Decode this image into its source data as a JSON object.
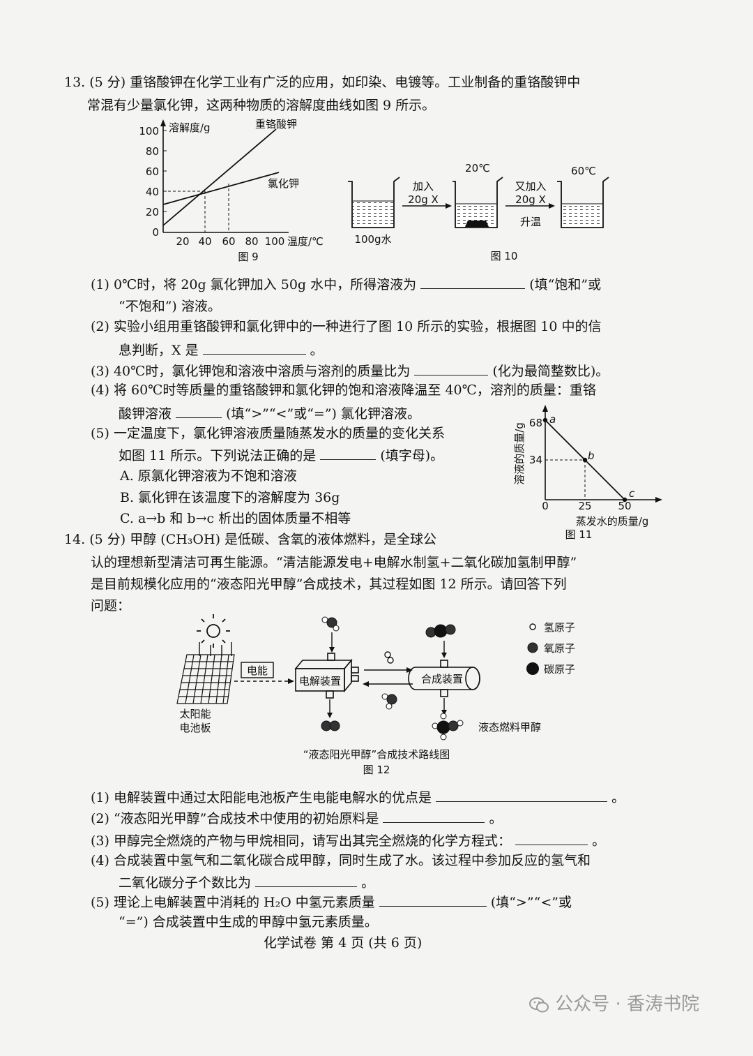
{
  "q13": {
    "line1": "13. (5 分) 重铬酸钾在化学工业有广泛的应用，如印染、电镀等。工业制备的重铬酸钾中",
    "line2": "常混有少量氯化钾，这两种物质的溶解度曲线如图 9 所示。",
    "fig9": {
      "ylabel": "溶解度/g",
      "xlabel": "温度/℃",
      "yticks": [
        "100",
        "80",
        "60",
        "40",
        "20",
        "0"
      ],
      "xticks": [
        "20",
        "40",
        "60",
        "80",
        "100"
      ],
      "series1": "重铬酸钾",
      "series2": "氯化钾",
      "caption": "图 9"
    },
    "fig10": {
      "t20": "20℃",
      "t60": "60℃",
      "arrow1_top": "加入",
      "arrow1_bottom": "20g X",
      "arrow2_top": "又加入",
      "arrow2_mid": "20g X",
      "arrow2_bottom": "升温",
      "water": "100g水",
      "caption": "图 10"
    },
    "s1a": "(1) 0℃时，将 20g 氯化钾加入 50g 水中，所得溶液为",
    "s1b": "(填“饱和”或",
    "s1c": "“不饱和”) 溶液。",
    "s2a": "(2) 实验小组用重铬酸钾和氯化钾中的一种进行了图 10 所示的实验，根据图 10 中的信",
    "s2b": "息判断，X 是",
    "s2c": "。",
    "s3a": "(3) 40℃时，氯化钾饱和溶液中溶质与溶剂的质量比为",
    "s3b": "(化为最简整数比)。",
    "s4a": "(4) 将 60℃时等质量的重铬酸钾和氯化钾的饱和溶液降温至 40℃，溶剂的质量：重铬",
    "s4b": "酸钾溶液",
    "s4c": "(填“>”“<”或“=”) 氯化钾溶液。",
    "s5a": "(5) 一定温度下，氯化钾溶液质量随蒸发水的质量的变化关系",
    "s5b": "如图 11 所示。下列说法正确的是",
    "s5c": "(填字母)。",
    "optA": "A. 原氯化钾溶液为不饱和溶液",
    "optB": "B. 氯化钾在该温度下的溶解度为 36g",
    "optC": "C. a→b 和 b→c 析出的固体质量不相等",
    "fig11": {
      "ylabel": "溶液的质量/g",
      "xlabel": "蒸发水的质量/g",
      "y68": "68",
      "y34": "34",
      "x0": "0",
      "x25": "25",
      "x50": "50",
      "pa": "a",
      "pb": "b",
      "pc": "c",
      "caption": "图 11"
    }
  },
  "q14": {
    "line1": "14. (5 分) 甲醇 (CH₃OH) 是低碳、含氧的液体燃料，是全球公",
    "line2": "认的理想新型清洁可再生能源。“清洁能源发电+电解水制氢+二氧化碳加氢制甲醇”",
    "line3": "是目前规模化应用的“液态阳光甲醇”合成技术，其过程如图 12 所示。请回答下列",
    "line4": "问题：",
    "fig12": {
      "panel1": "太阳能",
      "panel2": "电池板",
      "power": "电能",
      "electrolysis": "电解装置",
      "synthesis": "合成装置",
      "legend_h": "氢原子",
      "legend_o": "氧原子",
      "legend_c": "碳原子",
      "product": "液态燃料甲醇",
      "title": "“液态阳光甲醇”合成技术路线图",
      "caption": "图 12"
    },
    "s1a": "(1) 电解装置中通过太阳能电池板产生电能电解水的优点是",
    "s1b": "。",
    "s2a": "(2) “液态阳光甲醇”合成技术中使用的初始原料是",
    "s2b": "。",
    "s3a": "(3) 甲醇完全燃烧的产物与甲烷相同，请写出其完全燃烧的化学方程式：",
    "s3b": "。",
    "s4a": "(4) 合成装置中氢气和二氧化碳合成甲醇，同时生成了水。该过程中参加反应的氢气和",
    "s4b": "二氧化碳分子个数比为",
    "s4c": "。",
    "s5a": "(5) 理论上电解装置中消耗的 H₂O 中氢元素质量",
    "s5b": "(填“>”“<”或",
    "s5c": "“=”) 合成装置中生成的甲醇中氢元素质量。"
  },
  "footer": "化学试卷  第 4 页 (共 6 页)",
  "watermark": "公众号 · 香涛书院"
}
